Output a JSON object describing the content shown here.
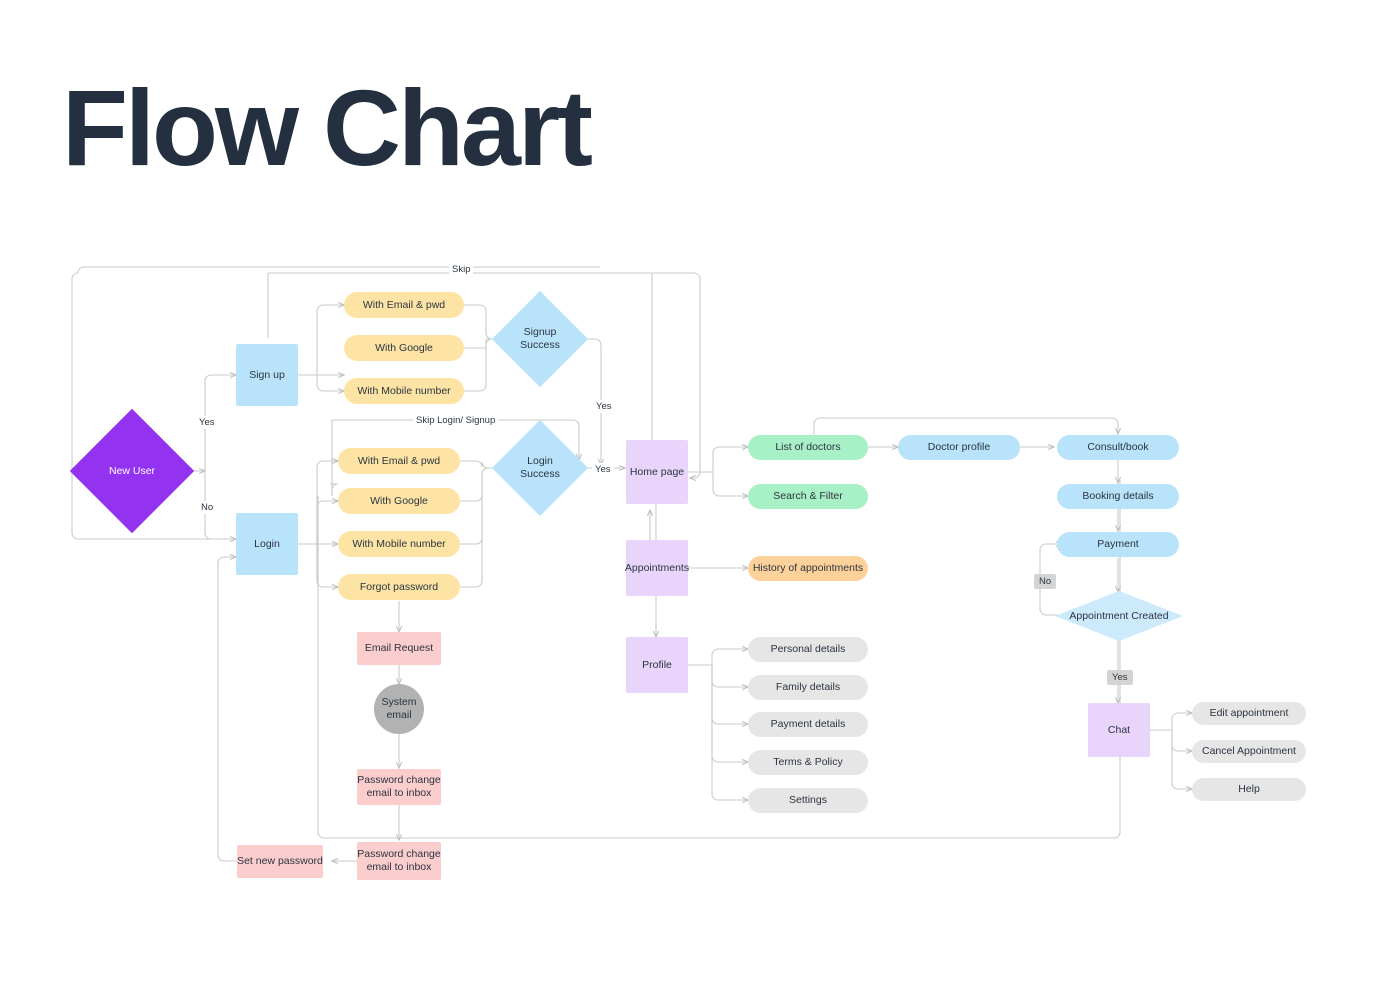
{
  "title": "Flow Chart",
  "colors": {
    "title": "#242f3f",
    "blue": "#b8e3fb",
    "yellow": "#fde4a4",
    "purple": "#e9d5fb",
    "green": "#a8f0c6",
    "orange": "#fcd29a",
    "pink": "#fbcdcd",
    "grey": "#e6e6e6",
    "decision_purple": "#9333f0",
    "system_circle": "#b2b2b2",
    "connector": "#c9c9c9"
  },
  "chart_data": {
    "type": "diagram",
    "title": "Flow Chart",
    "nodes": [
      {
        "id": "new_user",
        "label": "New User",
        "shape": "diamond",
        "color": "decision_purple"
      },
      {
        "id": "sign_up",
        "label": "Sign up",
        "shape": "rect",
        "color": "blue"
      },
      {
        "id": "login",
        "label": "Login",
        "shape": "rect",
        "color": "blue"
      },
      {
        "id": "su_email",
        "label": "With Email & pwd",
        "shape": "pill",
        "color": "yellow"
      },
      {
        "id": "su_google",
        "label": "With Google",
        "shape": "pill",
        "color": "yellow"
      },
      {
        "id": "su_mobile",
        "label": "With Mobile number",
        "shape": "pill",
        "color": "yellow"
      },
      {
        "id": "signup_success",
        "label": "Signup Success",
        "shape": "diamond",
        "color": "blue"
      },
      {
        "id": "li_email",
        "label": "With Email & pwd",
        "shape": "pill",
        "color": "yellow"
      },
      {
        "id": "li_google",
        "label": "With Google",
        "shape": "pill",
        "color": "yellow"
      },
      {
        "id": "li_mobile",
        "label": "With Mobile number",
        "shape": "pill",
        "color": "yellow"
      },
      {
        "id": "forgot_password",
        "label": "Forgot password",
        "shape": "pill",
        "color": "yellow"
      },
      {
        "id": "login_success",
        "label": "Login Success",
        "shape": "diamond",
        "color": "blue"
      },
      {
        "id": "email_request",
        "label": "Email Request",
        "shape": "rect",
        "color": "pink"
      },
      {
        "id": "system_email",
        "label": "System email",
        "shape": "circle",
        "color": "system_circle"
      },
      {
        "id": "pwd_inbox_1",
        "label": "Password change email to inbox",
        "shape": "rect",
        "color": "pink"
      },
      {
        "id": "pwd_inbox_2",
        "label": "Password change email to inbox",
        "shape": "rect",
        "color": "pink"
      },
      {
        "id": "set_new_pwd",
        "label": "Set new password",
        "shape": "rect",
        "color": "pink"
      },
      {
        "id": "home_page",
        "label": "Home page",
        "shape": "rect",
        "color": "purple"
      },
      {
        "id": "appointments",
        "label": "Appointments",
        "shape": "rect",
        "color": "purple"
      },
      {
        "id": "profile",
        "label": "Profile",
        "shape": "rect",
        "color": "purple"
      },
      {
        "id": "list_doctors",
        "label": "List of doctors",
        "shape": "pill",
        "color": "green"
      },
      {
        "id": "search_filter",
        "label": "Search & Filter",
        "shape": "pill",
        "color": "green"
      },
      {
        "id": "history_appts",
        "label": "History of appointments",
        "shape": "pill",
        "color": "orange"
      },
      {
        "id": "personal",
        "label": "Personal details",
        "shape": "pill",
        "color": "grey"
      },
      {
        "id": "family",
        "label": "Family details",
        "shape": "pill",
        "color": "grey"
      },
      {
        "id": "payment_details",
        "label": "Payment details",
        "shape": "pill",
        "color": "grey"
      },
      {
        "id": "terms",
        "label": "Terms & Policy",
        "shape": "pill",
        "color": "grey"
      },
      {
        "id": "settings",
        "label": "Settings",
        "shape": "pill",
        "color": "grey"
      },
      {
        "id": "doctor_profile",
        "label": "Doctor profile",
        "shape": "pill",
        "color": "blue"
      },
      {
        "id": "consult_book",
        "label": "Consult/book",
        "shape": "pill",
        "color": "blue"
      },
      {
        "id": "booking_details",
        "label": "Booking details",
        "shape": "pill",
        "color": "blue"
      },
      {
        "id": "payment",
        "label": "Payment",
        "shape": "pill",
        "color": "blue"
      },
      {
        "id": "appt_created",
        "label": "Appointment Created",
        "shape": "diamond",
        "color": "blue"
      },
      {
        "id": "chat",
        "label": "Chat",
        "shape": "rect",
        "color": "purple"
      },
      {
        "id": "edit_appt",
        "label": "Edit appointment",
        "shape": "pill",
        "color": "grey"
      },
      {
        "id": "cancel_appt",
        "label": "Cancel Appointment",
        "shape": "pill",
        "color": "grey"
      },
      {
        "id": "help",
        "label": "Help",
        "shape": "pill",
        "color": "grey"
      }
    ],
    "edge_labels": [
      {
        "id": "skip",
        "text": "Skip"
      },
      {
        "id": "yes_branch",
        "text": "Yes"
      },
      {
        "id": "no_branch",
        "text": "No"
      },
      {
        "id": "skip_login",
        "text": "Skip Login/ Signup"
      },
      {
        "id": "signup_yes",
        "text": "Yes"
      },
      {
        "id": "login_yes",
        "text": "Yes"
      },
      {
        "id": "appt_no",
        "text": "No"
      },
      {
        "id": "appt_yes",
        "text": "Yes"
      }
    ],
    "edges": [
      {
        "from": "new_user",
        "to": "sign_up",
        "label": "Yes"
      },
      {
        "from": "new_user",
        "to": "login",
        "label": "No"
      },
      {
        "from": "sign_up",
        "to": "su_email"
      },
      {
        "from": "sign_up",
        "to": "su_google"
      },
      {
        "from": "sign_up",
        "to": "su_mobile"
      },
      {
        "from": "su_email",
        "to": "signup_success"
      },
      {
        "from": "su_google",
        "to": "signup_success"
      },
      {
        "from": "su_mobile",
        "to": "signup_success"
      },
      {
        "from": "signup_success",
        "to": "home_page",
        "label": "Yes"
      },
      {
        "from": "login",
        "to": "li_email"
      },
      {
        "from": "login",
        "to": "li_google"
      },
      {
        "from": "login",
        "to": "li_mobile"
      },
      {
        "from": "login",
        "to": "forgot_password"
      },
      {
        "from": "li_email",
        "to": "login_success"
      },
      {
        "from": "li_google",
        "to": "login_success"
      },
      {
        "from": "li_mobile",
        "to": "login_success"
      },
      {
        "from": "forgot_password",
        "to": "login_success"
      },
      {
        "from": "login_success",
        "to": "home_page",
        "label": "Yes"
      },
      {
        "from": "sign_up",
        "to": "home_page",
        "label": "Skip"
      },
      {
        "from": "login",
        "to": "home_page",
        "label": "Skip Login/ Signup"
      },
      {
        "from": "forgot_password",
        "to": "email_request"
      },
      {
        "from": "email_request",
        "to": "system_email"
      },
      {
        "from": "system_email",
        "to": "pwd_inbox_1"
      },
      {
        "from": "pwd_inbox_1",
        "to": "pwd_inbox_2"
      },
      {
        "from": "pwd_inbox_2",
        "to": "set_new_pwd"
      },
      {
        "from": "set_new_pwd",
        "to": "login"
      },
      {
        "from": "home_page",
        "to": "list_doctors"
      },
      {
        "from": "home_page",
        "to": "search_filter"
      },
      {
        "from": "home_page",
        "to": "appointments"
      },
      {
        "from": "appointments",
        "to": "home_page"
      },
      {
        "from": "appointments",
        "to": "history_appts"
      },
      {
        "from": "appointments",
        "to": "profile"
      },
      {
        "from": "profile",
        "to": "personal"
      },
      {
        "from": "profile",
        "to": "family"
      },
      {
        "from": "profile",
        "to": "payment_details"
      },
      {
        "from": "profile",
        "to": "terms"
      },
      {
        "from": "profile",
        "to": "settings"
      },
      {
        "from": "list_doctors",
        "to": "doctor_profile"
      },
      {
        "from": "list_doctors",
        "to": "consult_book"
      },
      {
        "from": "doctor_profile",
        "to": "consult_book"
      },
      {
        "from": "consult_book",
        "to": "booking_details"
      },
      {
        "from": "booking_details",
        "to": "payment"
      },
      {
        "from": "payment",
        "to": "appt_created"
      },
      {
        "from": "appt_created",
        "to": "payment",
        "label": "No"
      },
      {
        "from": "appt_created",
        "to": "chat",
        "label": "Yes"
      },
      {
        "from": "chat",
        "to": "edit_appt"
      },
      {
        "from": "chat",
        "to": "cancel_appt"
      },
      {
        "from": "chat",
        "to": "help"
      }
    ]
  }
}
